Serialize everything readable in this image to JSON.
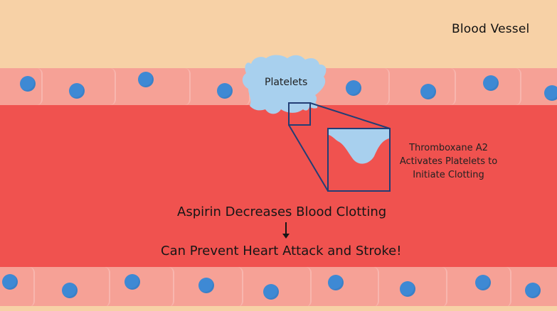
{
  "title": "Blood Vessel",
  "platelets_label": "Platelets",
  "thromboxane_note": {
    "line1": "Thromboxane A2",
    "line2": "Activates Platelets to",
    "line3": "Initiate Clotting"
  },
  "caption": {
    "primary": "Aspirin Decreases Blood Clotting",
    "secondary": "Can Prevent Heart Attack and Stroke!"
  },
  "colors": {
    "background": "#f7d1a6",
    "vessel_wall": "#f6a196",
    "blood": "#f0524f",
    "platelet": "#a8d0ee",
    "nucleus": "#3e89d4",
    "zoom_box": "#223e75"
  },
  "icons": {
    "arrow": "arrow-down-icon"
  }
}
